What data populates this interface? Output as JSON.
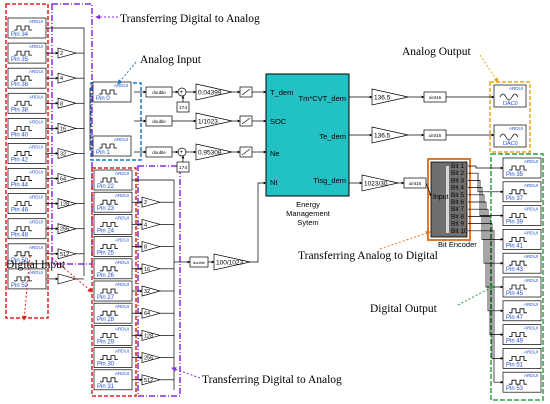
{
  "annotations": {
    "top_d2a": "Transferring Digital to Analog",
    "analog_input": "Analog Input",
    "analog_output": "Analog Output",
    "a2d": "Transferring Analog to Digital",
    "digital_input": "Digital Input",
    "digital_output": "Digital Output",
    "bottom_d2a": "Transferring Digital to Analog"
  },
  "pin_block_tag": "ARDUI",
  "left_pins": [
    "Pin 34",
    "Pin 35",
    "Pin 36",
    "Pin 38",
    "Pin 40",
    "Pin 42",
    "Pin 44",
    "Pin 46",
    "Pin 48",
    "Pin 50",
    "Pin 52"
  ],
  "mid_pins": [
    "Pin 22",
    "Pin 23",
    "Pin 24",
    "Pin 25",
    "Pin 26",
    "Pin 27",
    "Pin 28",
    "Pin 29",
    "Pin 30",
    "Pin 31"
  ],
  "right_pins": [
    "Pin 35",
    "Pin 37",
    "Pin 39",
    "Pin 41",
    "Pin 43",
    "Pin 45",
    "Pin 47",
    "Pin 49",
    "Pin 51",
    "Pin 53"
  ],
  "left_gains": [
    "2",
    "4",
    "8",
    "16",
    "32",
    "64",
    "128",
    "256",
    "512"
  ],
  "mid_gains": [
    "2",
    "4",
    "8",
    "16",
    "32",
    "64",
    "128",
    "256",
    "512"
  ],
  "analog_in_pins": [
    "Pin 0",
    "Pin 1"
  ],
  "conv": {
    "double": "double",
    "uint16": "uint16"
  },
  "gains": {
    "t_dem": "0.04399",
    "soc": "1/1023",
    "ne": "0.95308",
    "nt": "100/1023",
    "out": "136.5",
    "tisg": "1023/30"
  },
  "constant": "174",
  "subsystem": {
    "name": "Energy\nManagement\nSytem",
    "inputs": [
      "T_dem",
      "SOC",
      "Ne",
      "Nt"
    ],
    "outputs": [
      "Tm*CVT_dem",
      "Te_dem",
      "Tisg_dem"
    ]
  },
  "dac_labels": [
    "DAC0",
    "DAC0"
  ],
  "encoder": {
    "name": "Bit Encoder",
    "input_label": "Input",
    "bits": [
      "Bit 1",
      "Bit 2",
      "Bit 3",
      "Bit 4",
      "Bit 5",
      "Bit 6",
      "Bit 7",
      "Bit 8",
      "Bit 9",
      "Bit 10"
    ]
  },
  "colors": {
    "pin_frame": "#dd2222",
    "analog_frame": "#1f77c9",
    "dac_frame": "#e6a817",
    "encoder_frame": "#e07a2a",
    "digital_out_frame": "#2ea043",
    "purple_frame": "#8a2be2",
    "subsystem_fill": "#22c1c3",
    "encoder_fill": "#6f6f6f"
  }
}
